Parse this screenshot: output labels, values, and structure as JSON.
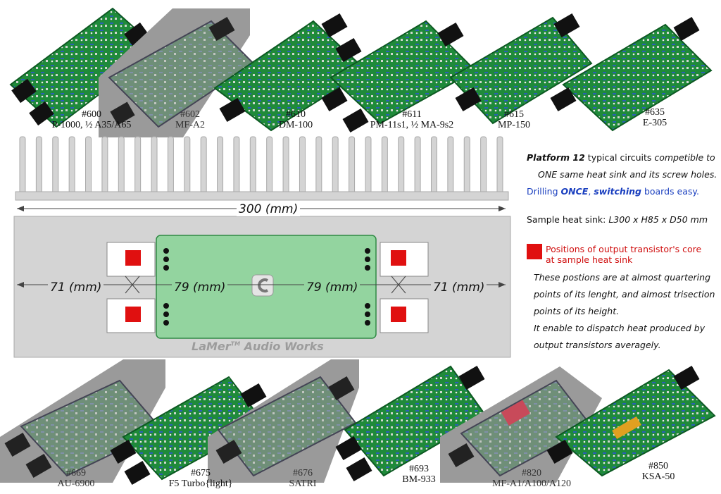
{
  "colors": {
    "pcb": "#1f8a3a",
    "pcb_light": "#7ccc94",
    "sink": "#d4d4d4",
    "sink_edge": "#a9a9a9",
    "core": "#e01010",
    "blue": "#1a3fbf",
    "red": "#d01010"
  },
  "top_boards": [
    {
      "id": "#600",
      "name": "P-1000, ½ A35/A65",
      "grey": false
    },
    {
      "id": "#602",
      "name": "MF-A2",
      "grey": true
    },
    {
      "id": "#610",
      "name": "DM-100",
      "grey": false
    },
    {
      "id": "#611",
      "name": "PM-11s1, ½ MA-9s2",
      "grey": false
    },
    {
      "id": "#615",
      "name": "MP-150",
      "grey": false
    },
    {
      "id": "#635",
      "name": "E-305",
      "grey": false
    }
  ],
  "bottom_boards": [
    {
      "id": "#669",
      "name": "AU-6900",
      "grey": true
    },
    {
      "id": "#675",
      "name": "F5 Turbo{light}",
      "grey": false
    },
    {
      "id": "#676",
      "name": "SATRI",
      "grey": true
    },
    {
      "id": "#693",
      "name": "BM-933",
      "grey": false
    },
    {
      "id": "#820",
      "name": "MF-A1/A100/A120",
      "grey": true
    },
    {
      "id": "#850",
      "name": "KSA-50",
      "grey": false
    }
  ],
  "heatsink": {
    "length_label": "300 (mm)",
    "left_label": "71 (mm)",
    "center_left_label": "79 (mm)",
    "center_right_label": "79 (mm)",
    "right_label": "71 (mm)",
    "brand": "LaMer",
    "brand_tm": "TM",
    "brand_rest": "Audio Works"
  },
  "notes": {
    "line1_bold": "Platform 12",
    "line1_mid": " typical circuits ",
    "line1_end": "competible to",
    "line2": "ONE same heat sink and its screw holes.",
    "line3_a": "Drilling ",
    "line3_b": "ONCE",
    "line3_c": ", ",
    "line3_d": "switching",
    "line3_e": " boards easy.",
    "line4_a": "Sample heat sink: ",
    "line4_b": "L300 x H85 x D50 mm",
    "legend_1": "Positions of output transistor's core",
    "legend_2": "at sample heat sink",
    "desc_1": "These postions are at almost quartering",
    "desc_2": "points of its lenght, and almost trisection",
    "desc_3": "points of its height.",
    "desc_4": "It enable to dispatch heat produced by",
    "desc_5": "output transistors averagely."
  }
}
